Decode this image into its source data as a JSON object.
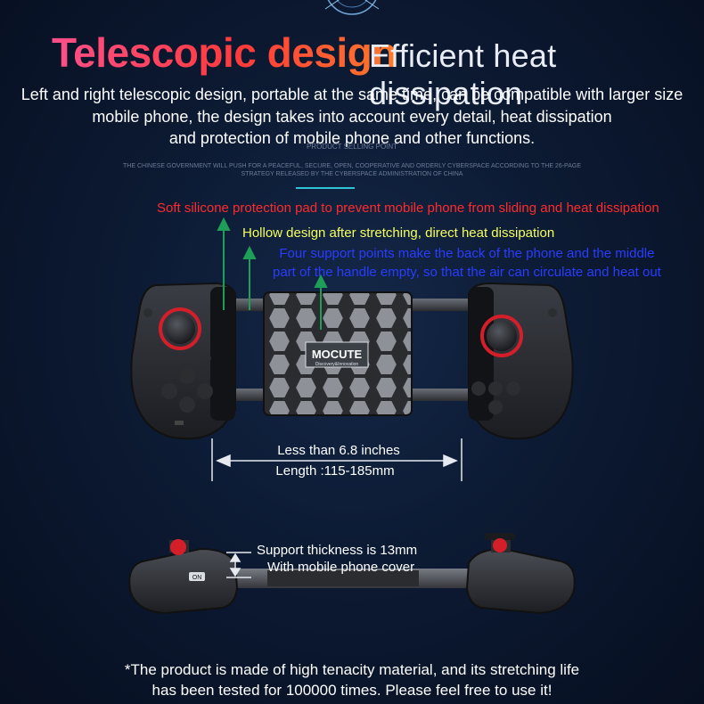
{
  "title": {
    "main": "Telescopic design",
    "sub": "Efficient heat dissipation"
  },
  "intro": {
    "line1": "Left and right telescopic design, portable at the same time, can be compatible with larger size",
    "line2": "mobile phone, the design takes into account every detail, heat dissipation",
    "line3": "and protection of mobile phone and other functions."
  },
  "faint": {
    "heading": "PRODUCT SELLING POINT",
    "line1": "THE CHINESE GOVERNMENT WILL PUSH FOR A PEACEFUL, SECURE, OPEN, COOPERATIVE AND ORDERLY CYBERSPACE ACCORDING TO THE 26-PAGE",
    "line2": "STRATEGY RELEASED BY THE CYBERSPACE ADMINISTRATION OF CHINA"
  },
  "callouts": {
    "pad": "Soft silicone protection pad to prevent mobile phone from sliding and heat dissipation",
    "hollow": "Hollow design after stretching, direct heat dissipation",
    "support_line1": "Four support points make the back of the phone and the middle",
    "support_line2": "part of the handle empty, so that the air can circulate and heat out"
  },
  "logo": {
    "brand": "MOCUTE",
    "tagline": "Discovery&Innovation"
  },
  "length": {
    "line1": "Less than 6.8 inches",
    "line2": "Length :115-185mm"
  },
  "thickness": {
    "line1": "Support thickness is 13mm",
    "line2": "With mobile phone cover"
  },
  "side_badge": "ON",
  "note": {
    "line1": "*The product is made of high tenacity material, and its stretching life",
    "line2": "has been tested for 100000 times. Please feel free to use it!"
  },
  "colors": {
    "accent_red": "#ff2b2b",
    "accent_yellow": "#f4ff5e",
    "accent_blue": "#2a3cff",
    "arrow_green": "#1f9e57",
    "divider_cyan": "#2ec4d6"
  }
}
